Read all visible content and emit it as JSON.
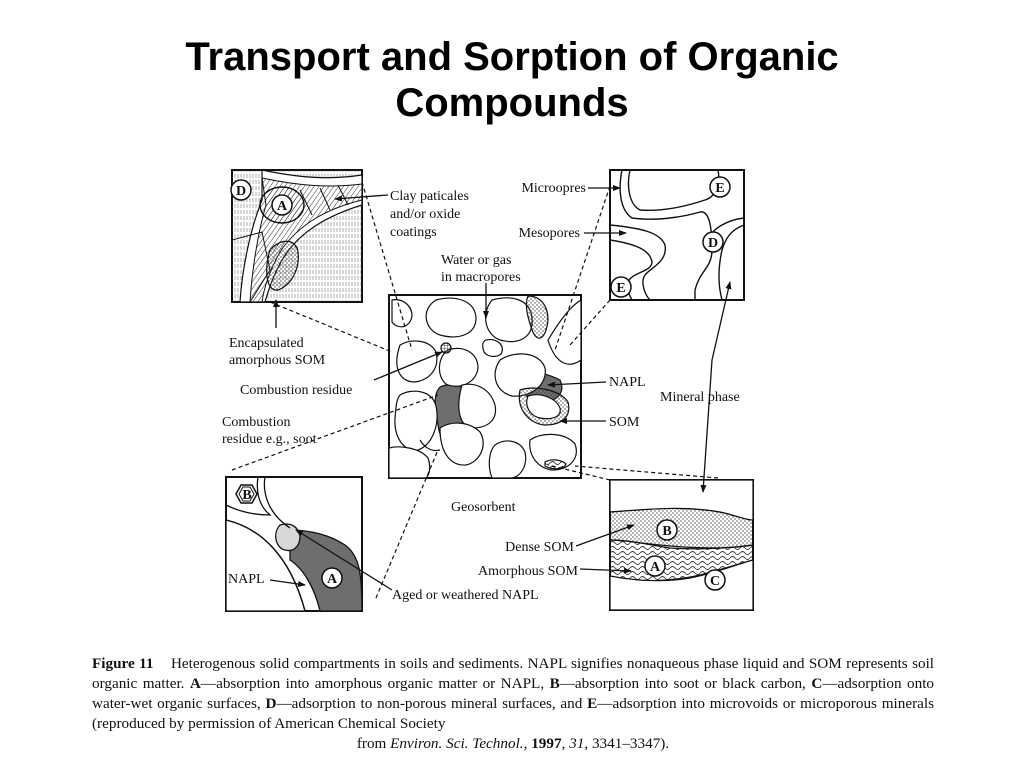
{
  "title": {
    "line1": "Transport and Sorption of Organic",
    "line2": "Compounds"
  },
  "labels": {
    "clay_line1": "Clay paticales",
    "clay_line2": "and/or oxide",
    "clay_line3": "coatings",
    "microopres": "Microopres",
    "mesopores": "Mesopores",
    "water_line1": "Water or gas",
    "water_line2": "in macropores",
    "encaps_line1": "Encapsulated",
    "encaps_line2": "amorphous SOM",
    "combustion_residue": "Combustion residue",
    "soot_line1": "Combustion",
    "soot_line2": "residue e.g., soot",
    "napl_center": "NAPL",
    "mineral_phase": "Mineral phase",
    "som": "SOM",
    "geosorbent": "Geosorbent",
    "dense_som": "Dense SOM",
    "amorphous_som": "Amorphous SOM",
    "napl_inset": "NAPL",
    "aged_napl": "Aged or weathered NAPL"
  },
  "circle_labels": {
    "tl_d": "D",
    "tl_a": "A",
    "tr_e_top": "E",
    "tr_d": "D",
    "tr_e_bottom": "E",
    "bl_b": "B",
    "bl_a": "A",
    "br_b": "B",
    "br_a": "A",
    "br_c": "C"
  },
  "caption": {
    "figure_label": "Figure 11",
    "intro": "Heterogenous solid compartments in soils and sediments. NAPL signifies nonaqueous phase liquid and SOM represents soil organic matter.",
    "a_key": "A",
    "a_text": "—absorption into amorphous organic matter or NAPL,",
    "b_key": "B",
    "b_text": "—absorption into soot or black carbon,",
    "c_key": "C",
    "c_text": "—adsorption onto water-wet organic surfaces,",
    "d_key": "D",
    "d_text": "—adsorption to non-porous mineral surfaces, and",
    "e_key": "E",
    "e_text": "—adsorption into microvoids or microporous minerals (reproduced by permission of American Chemical Society",
    "from": "from",
    "journal": "Environ. Sci. Technol.",
    "year": "1997",
    "volume": "31",
    "pages": ", 3341–3347)."
  },
  "colors": {
    "ink": "#111111",
    "dark_fill": "#6e6e6e",
    "light_fill": "#d8d8d8"
  }
}
